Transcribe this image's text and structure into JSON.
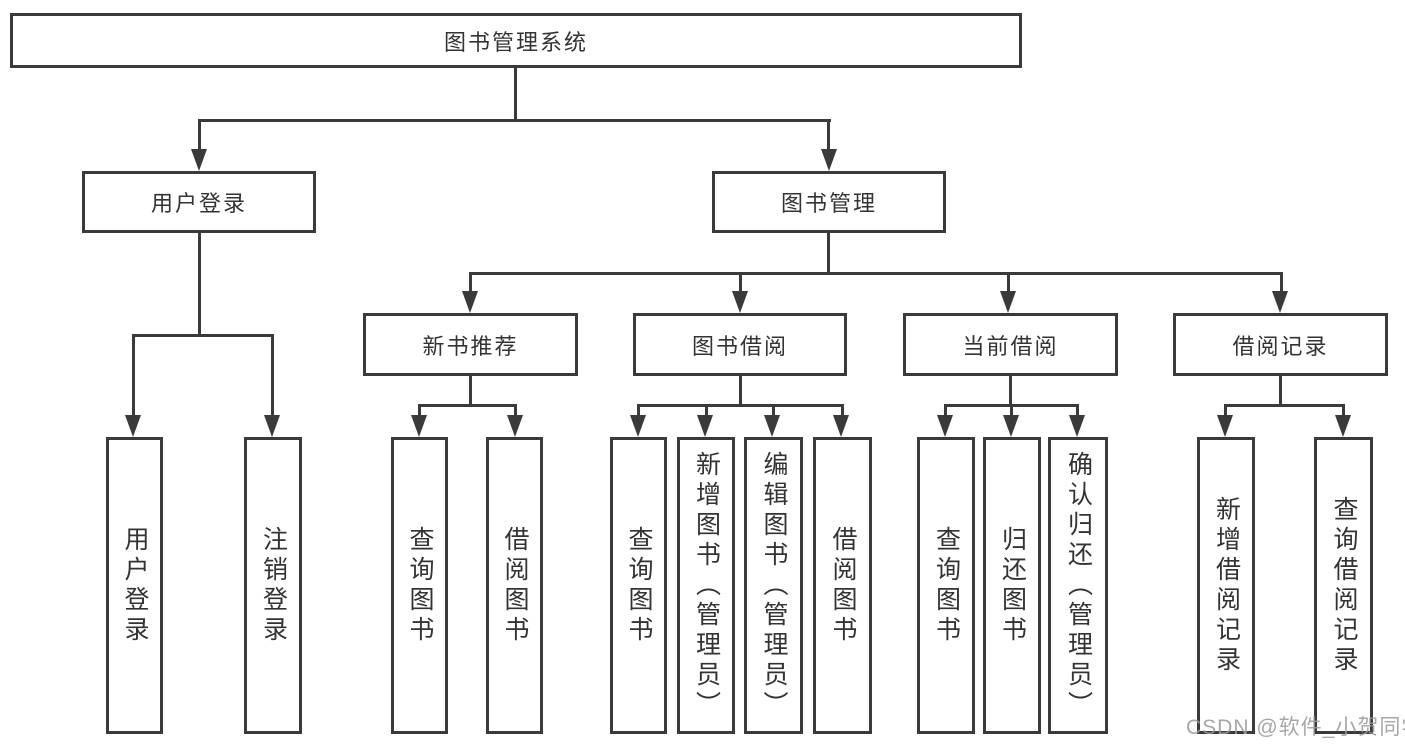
{
  "tree": {
    "root": "图书管理系统",
    "branches": [
      {
        "label": "用户登录",
        "children": [
          "用户登录",
          "注销登录"
        ]
      },
      {
        "label": "图书管理",
        "children": [
          {
            "label": "新书推荐",
            "children": [
              "查询图书",
              "借阅图书"
            ]
          },
          {
            "label": "图书借阅",
            "children": [
              "查询图书",
              "新增图书（管理员）",
              "编辑图书（管理员）",
              "借阅图书"
            ]
          },
          {
            "label": "当前借阅",
            "children": [
              "查询图书",
              "归还图书",
              "确认归还（管理员）"
            ]
          },
          {
            "label": "借阅记录",
            "children": [
              "新增借阅记录",
              "查询借阅记录"
            ]
          }
        ]
      }
    ]
  },
  "watermark": "CSDN @软件_小贺同学",
  "colors": {
    "line": "#3a3a3a",
    "text": "#333333",
    "background": "#ffffff",
    "watermark": "#9b9b9b"
  }
}
